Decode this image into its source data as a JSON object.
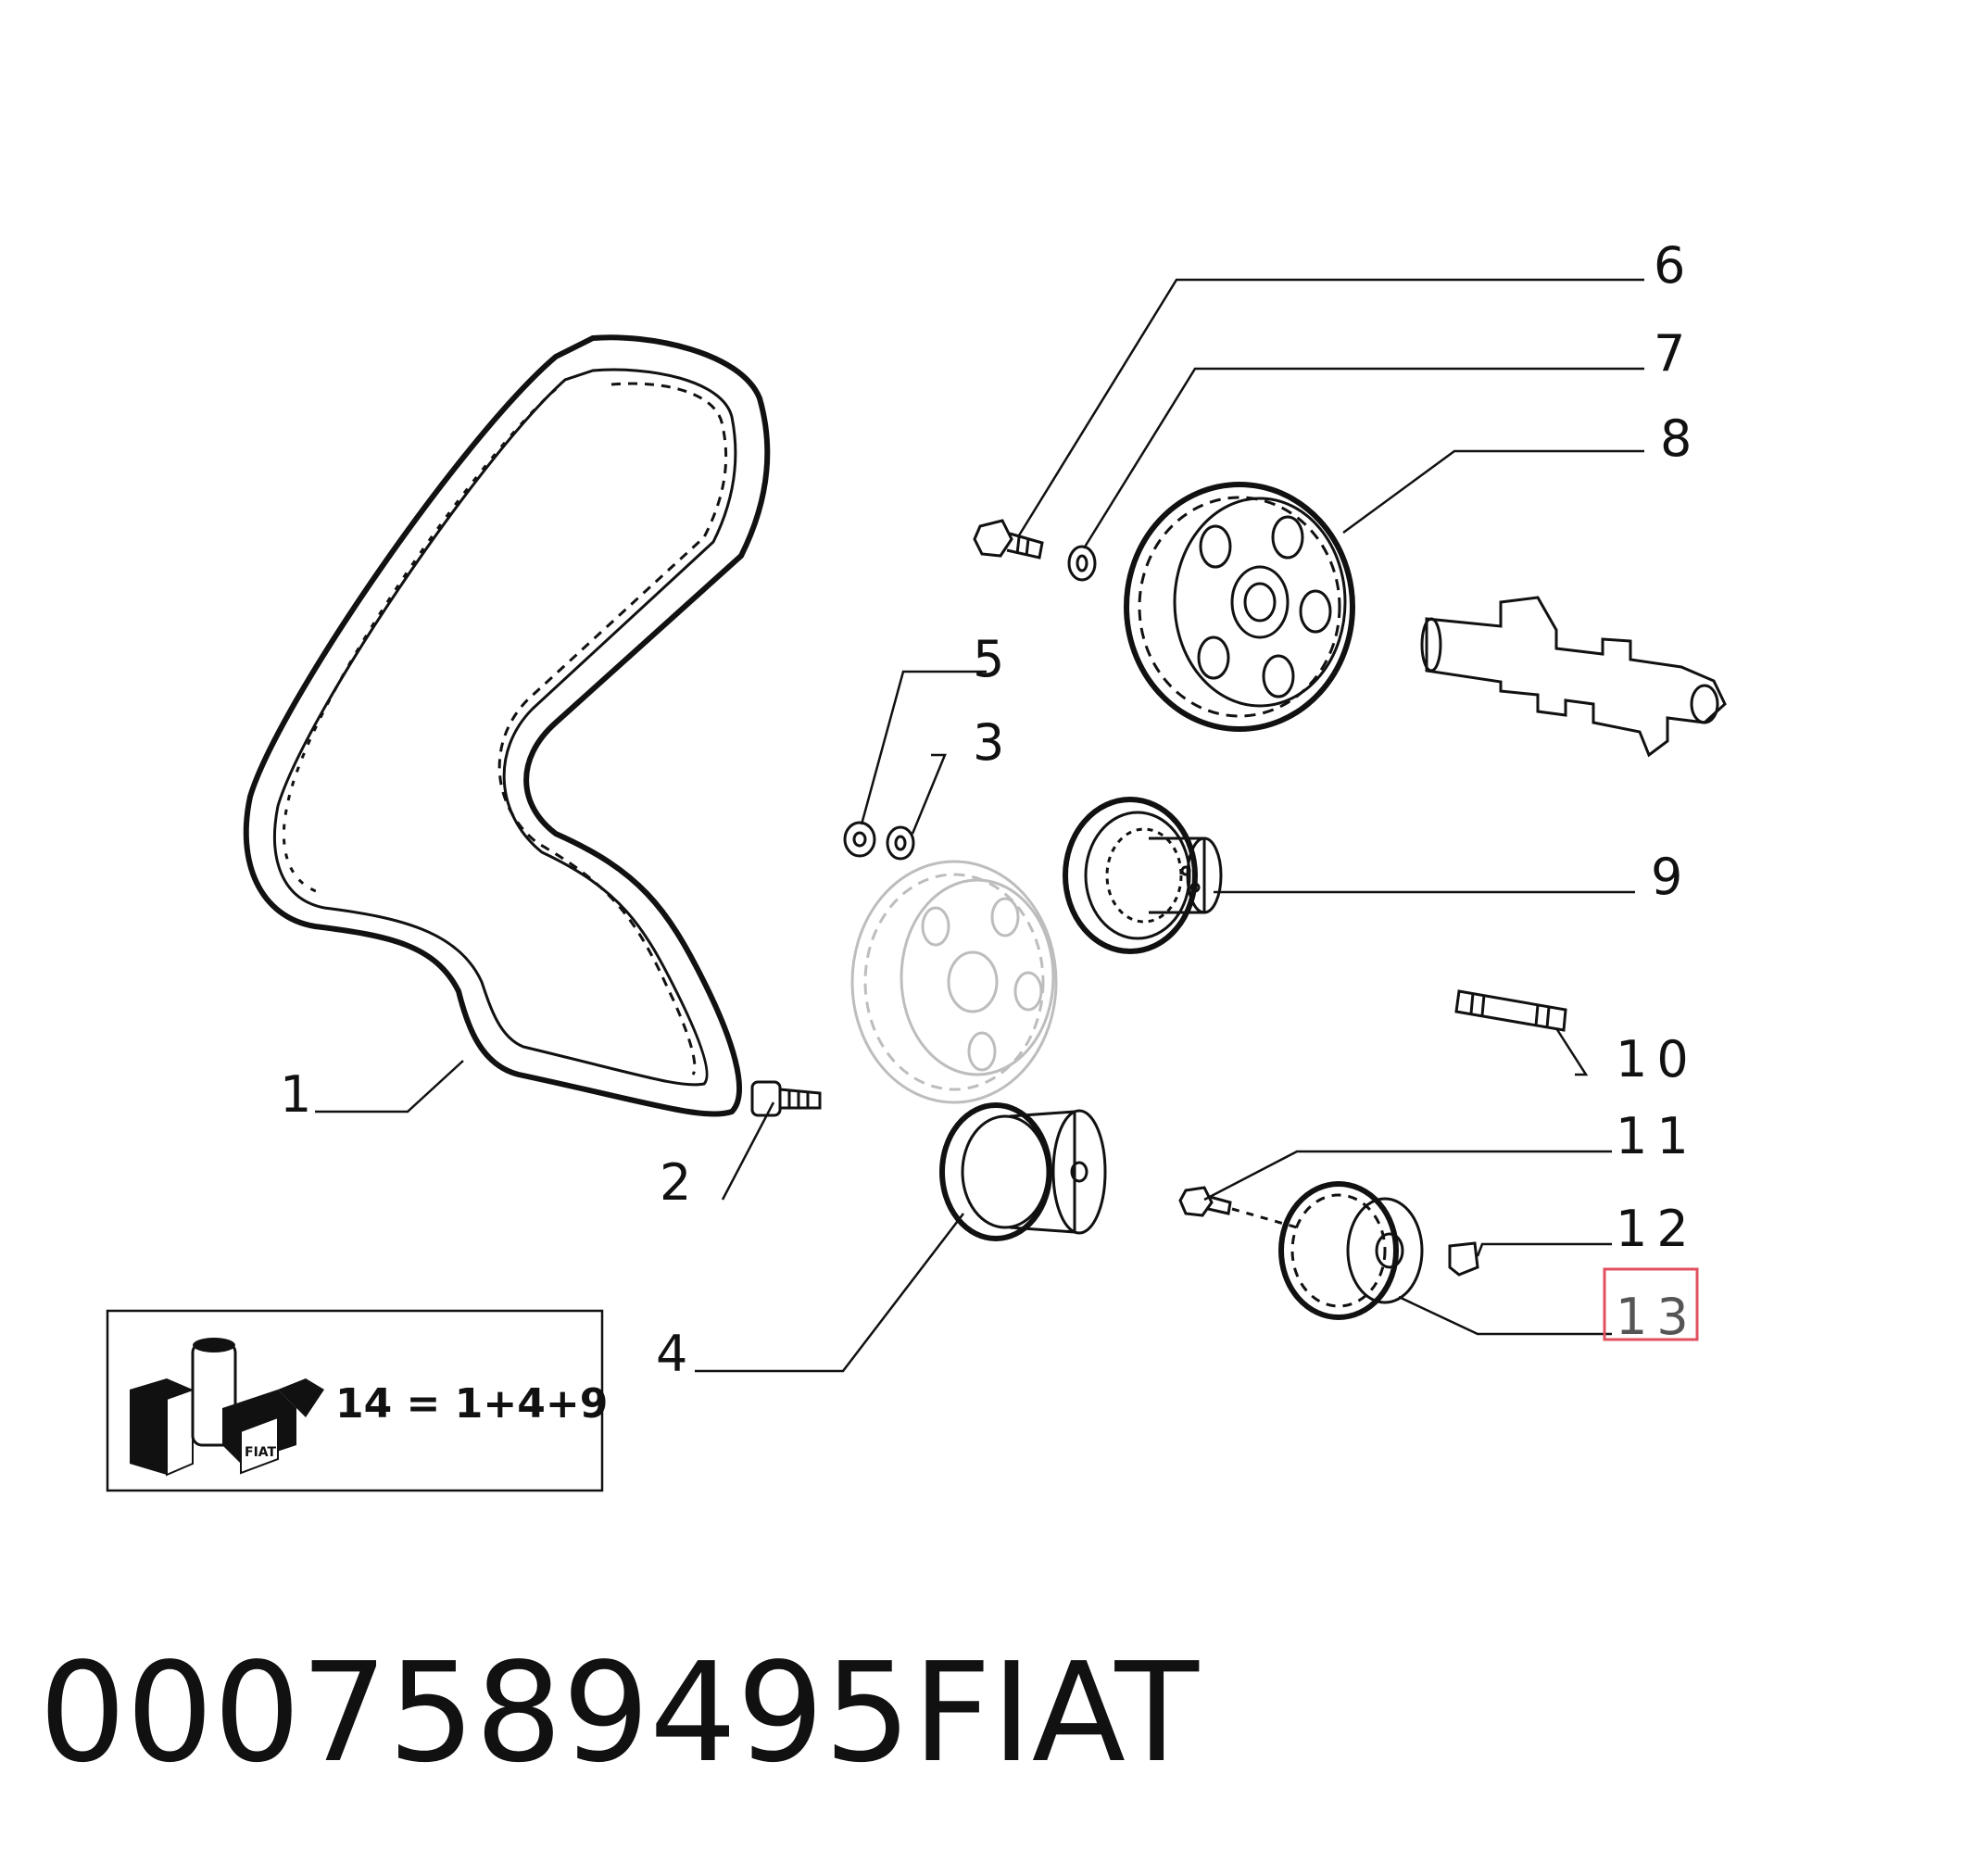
{
  "callouts": {
    "c1": "1",
    "c2": "2",
    "c3": "3",
    "c4": "4",
    "c5": "5",
    "c6": "6",
    "c7": "7",
    "c8": "8",
    "c9": "9",
    "c10": "10",
    "c11": "11",
    "c12": "12",
    "c13": "13"
  },
  "highlight": {
    "callout": "13",
    "color": "#e0505f"
  },
  "legend": {
    "formula": "14 = 1+4+9",
    "brand_stamp": "FIAT"
  },
  "footer": {
    "part_number": "0007589495",
    "brand": "FIAT"
  }
}
